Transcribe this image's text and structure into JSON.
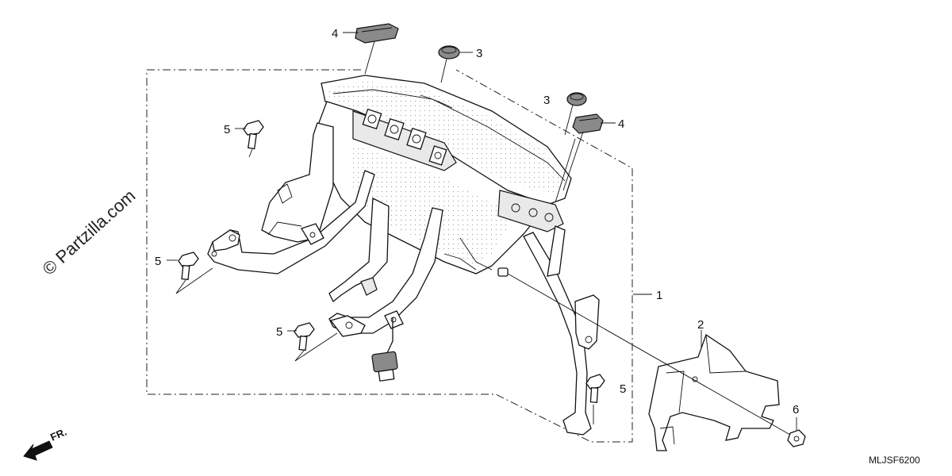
{
  "watermark": "© Partzilla.com",
  "direction_label": "FR.",
  "diagram_code": "MLJSF6200",
  "callouts": {
    "c1": "1",
    "c2": "2",
    "c3a": "3",
    "c3b": "3",
    "c4a": "4",
    "c4b": "4",
    "c5a": "5",
    "c5b": "5",
    "c5c": "5",
    "c5d": "5",
    "c6": "6"
  }
}
